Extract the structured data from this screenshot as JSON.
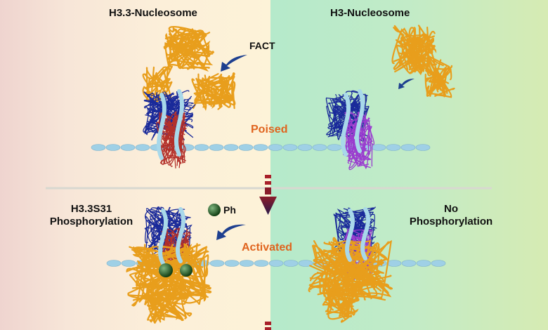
{
  "titles": {
    "left": "H3.3-Nucleosome",
    "right": "H3-Nucleosome"
  },
  "labels": {
    "fact": "FACT",
    "poised": "Poised",
    "activated": "Activated",
    "ph": "Ph",
    "left_bottom_line1": "H3.3S31",
    "left_bottom_line2": "Phosphorylation",
    "right_bottom_line1": "No",
    "right_bottom_line2": "Phosphorylation"
  },
  "colors": {
    "dna": "#9fd0e6",
    "fact": "#e89e1c",
    "histone_blue": "#1a2a9a",
    "h33_red": "#b3302a",
    "h3_purple": "#9a3ccf",
    "ph_ball": "#1f5a22",
    "arrow": "#3a1a4a",
    "curved_arrow": "#1d3f8f",
    "state_text": "#e0641e"
  }
}
